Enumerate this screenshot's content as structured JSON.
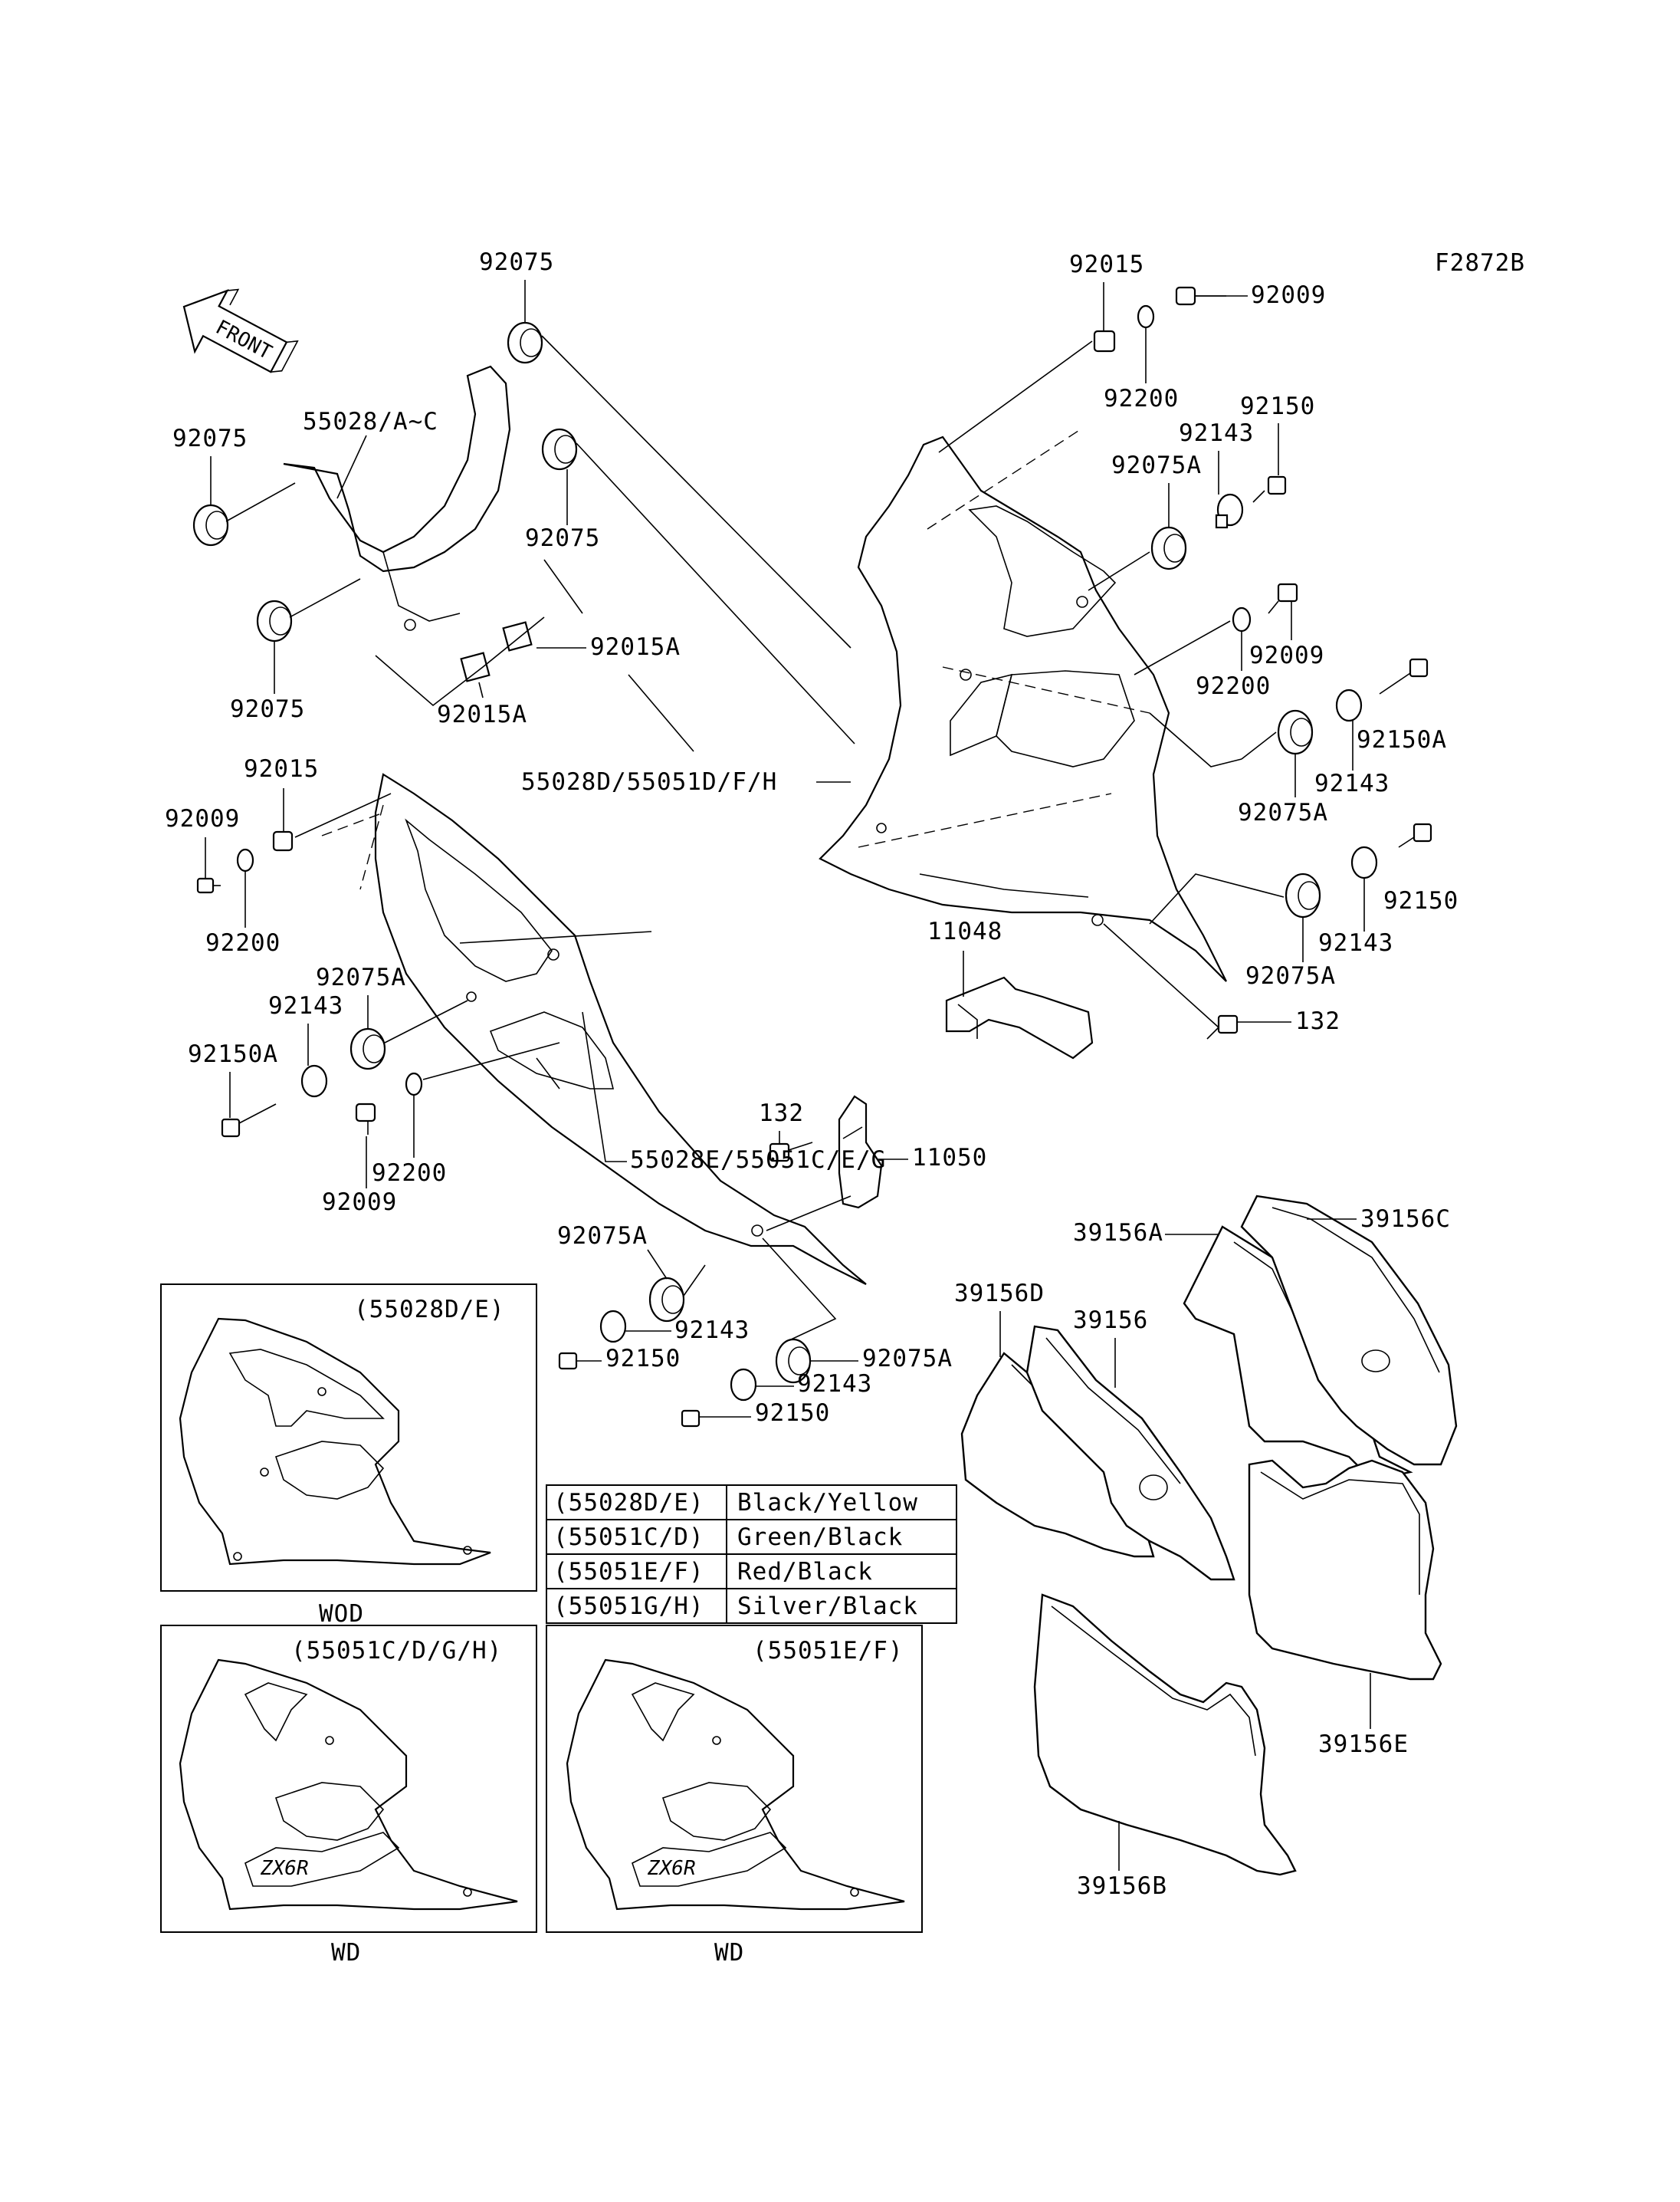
{
  "diagram_code": "F2872B",
  "front_label": "FRONT",
  "labels": {
    "l92075_top": "92075",
    "l55028_ac": "55028/A~C",
    "l92075_left": "92075",
    "l92075_mid": "92075",
    "l92075_low": "92075",
    "l92015A_1": "92015A",
    "l92015A_2": "92015A",
    "l92015_top": "92015",
    "l92009_top": "92009",
    "l92200_top": "92200",
    "l92143_tr": "92143",
    "l92150_tr": "92150",
    "l92075A_tr": "92075A",
    "l92009_r": "92009",
    "l92200_r": "92200",
    "l92150A_r": "92150A",
    "l92143_r": "92143",
    "l92075A_r": "92075A",
    "l92150_r": "92150",
    "l92143_r2": "92143",
    "l92075A_r2": "92075A",
    "l132_r": "132",
    "l11048": "11048",
    "l55028D": "55028D/55051D/F/H",
    "l55028E": "55028E/55051C/E/G",
    "l92015_l": "92015",
    "l92009_l": "92009",
    "l92200_l": "92200",
    "l92075A_l": "92075A",
    "l92143_l": "92143",
    "l92150A_l": "92150A",
    "l92200_l2": "92200",
    "l92009_l2": "92009",
    "l132_c": "132",
    "l11050": "11050",
    "l92075A_c": "92075A",
    "l92143_c": "92143",
    "l92150_c": "92150",
    "l92075A_c2": "92075A",
    "l92143_c2": "92143",
    "l92150_c2": "92150",
    "l39156A": "39156A",
    "l39156C": "39156C",
    "l39156D": "39156D",
    "l39156": "39156",
    "l39156E": "39156E",
    "l39156B": "39156B"
  },
  "insets": {
    "box1": {
      "title": "(55028D/E)",
      "caption": "WOD"
    },
    "box2": {
      "title": "(55051C/D/G/H)",
      "caption": "WD"
    },
    "box3": {
      "title": "(55051E/F)",
      "caption": "WD"
    }
  },
  "color_table": [
    {
      "code": "(55028D/E)",
      "color": "Black/Yellow"
    },
    {
      "code": "(55051C/D)",
      "color": "Green/Black"
    },
    {
      "code": "(55051E/F)",
      "color": "Red/Black"
    },
    {
      "code": "(55051G/H)",
      "color": "Silver/Black"
    }
  ]
}
